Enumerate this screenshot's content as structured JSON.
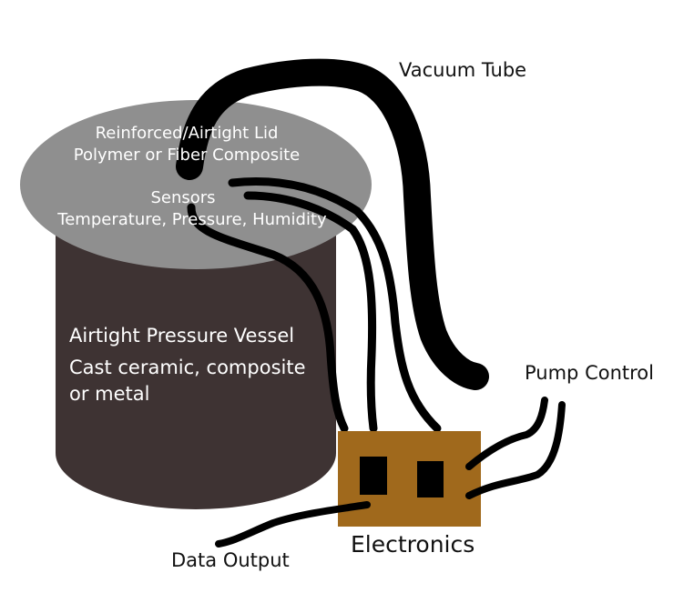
{
  "labels": {
    "vacuum_tube": "Vacuum Tube",
    "pump_control": "Pump Control",
    "data_output": "Data Output",
    "electronics": "Electronics"
  },
  "lid": {
    "line1": "Reinforced/Airtight Lid",
    "line2": "Polymer or Fiber Composite",
    "sensors_title": "Sensors",
    "sensors_detail": "Temperature, Pressure, Humidity"
  },
  "vessel": {
    "line1": "Airtight Pressure Vessel",
    "line2": "Cast ceramic, composite",
    "line3": "or metal"
  },
  "colors": {
    "vessel": "#3e3333",
    "lid": "#8f8f8f",
    "electronics": "#a0691c",
    "wire": "#000000"
  }
}
